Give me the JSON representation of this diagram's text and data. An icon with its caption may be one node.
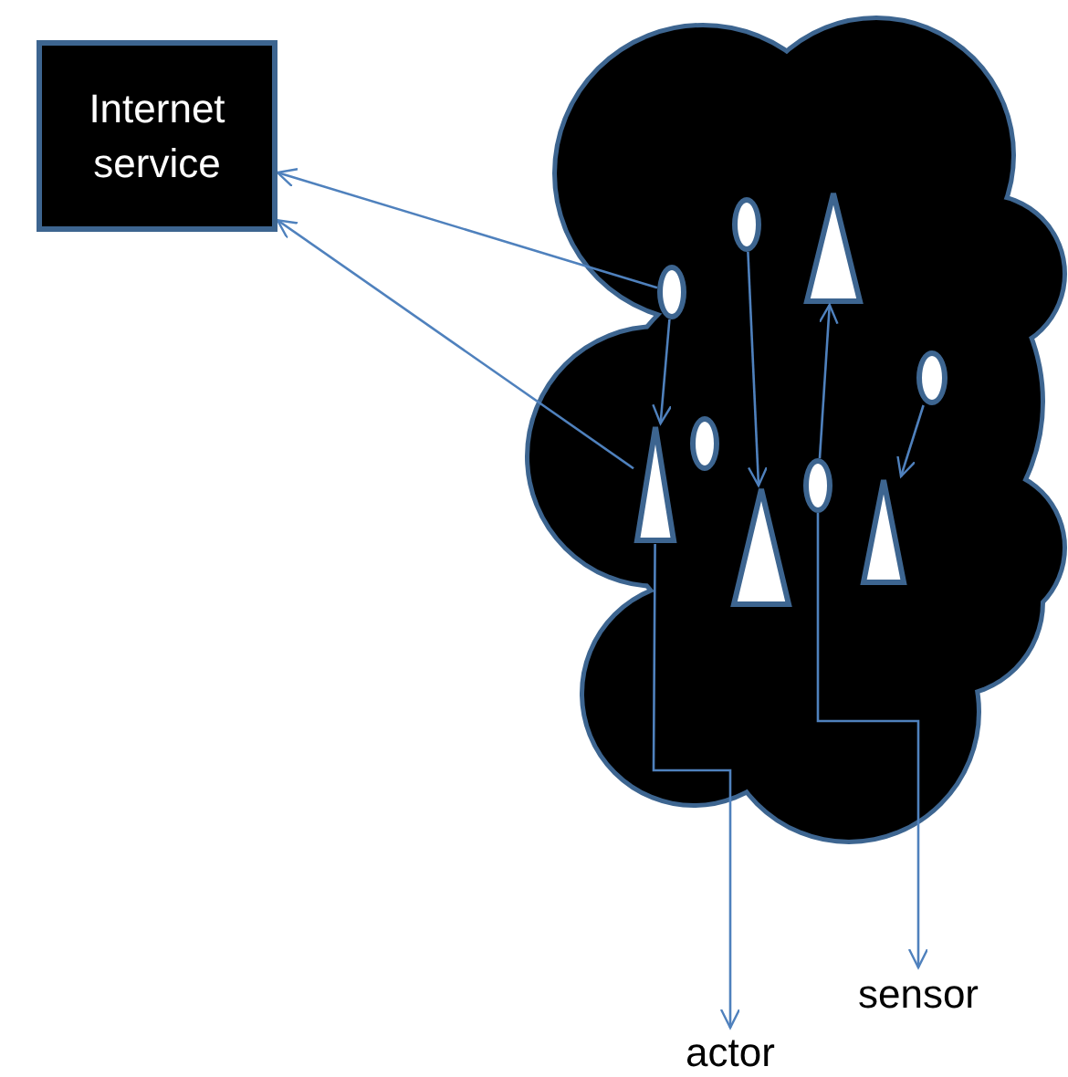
{
  "diagram": {
    "nodes": [
      {
        "text": [
          "Internet service"
        ]
      },
      {
        "text": [],
        "shape": "cloud"
      },
      {
        "text": [],
        "shape": "circle",
        "in": 1
      },
      {
        "text": [],
        "shape": "triangle",
        "in": 1
      },
      {
        "text": [],
        "shape": "circle",
        "in": 1
      },
      {
        "text": [],
        "shape": "circle",
        "in": 1
      },
      {
        "text": [],
        "shape": "triangle",
        "in": 1
      },
      {
        "text": [],
        "shape": "circle",
        "in": 1
      },
      {
        "text": [],
        "shape": "circle",
        "in": 1
      },
      {
        "text": [],
        "shape": "triangle",
        "in": 1
      },
      {
        "text": [],
        "shape": "triangle",
        "in": 1
      },
      {
        "text": [
          "sensor"
        ]
      },
      {
        "text": [
          "actor"
        ]
      }
    ],
    "edges": [
      {
        "from": 4,
        "to": 0,
        "arrow": "to"
      },
      {
        "from": 6,
        "to": 0,
        "arrow": "to"
      },
      {
        "from": 4,
        "to": 6,
        "arrow": "to"
      },
      {
        "from": 2,
        "to": 10,
        "arrow": "to"
      },
      {
        "from": 8,
        "to": 3,
        "arrow": "to"
      },
      {
        "from": 5,
        "to": 9,
        "arrow": "to"
      },
      {
        "from": 6,
        "to": 12,
        "arrow": "to"
      },
      {
        "from": 8,
        "to": 11,
        "arrow": "to"
      }
    ]
  }
}
